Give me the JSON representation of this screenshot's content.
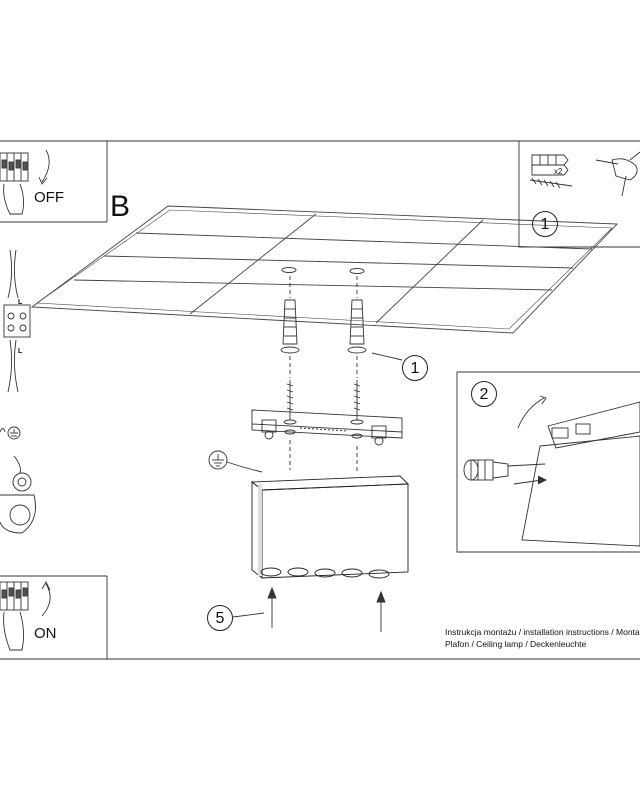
{
  "panels": {
    "power_off": {
      "label": "OFF"
    },
    "power_on": {
      "label": "ON"
    },
    "section": {
      "letter": "B"
    },
    "tools": {
      "step": "1",
      "quantity": "x2"
    },
    "connector": {
      "step": "2"
    }
  },
  "callouts": {
    "anchor_screws": "1",
    "mount_direction": "5"
  },
  "wiring": {
    "l_top": "L",
    "l_bottom": "L"
  },
  "caption": {
    "line1": "Instrukcja montażu / installation instructions / Monta",
    "line2": "Plafon / Ceiling lamp / Deckenleuchte"
  }
}
